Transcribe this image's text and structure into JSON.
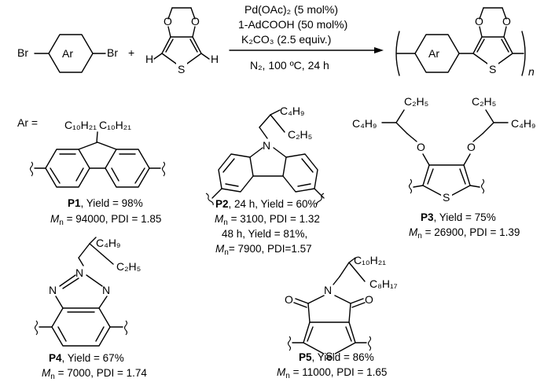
{
  "reaction": {
    "br_left": "Br",
    "br_right": "Br",
    "ar": "Ar",
    "plus": "+",
    "h_left": "H",
    "h_right": "H",
    "o1": "O",
    "o2": "O",
    "s": "S",
    "cond_line1": "Pd(OAc)₂ (5 mol%)",
    "cond_line2": "1-AdCOOH (50 mol%)",
    "cond_line3": "K₂CO₃ (2.5 equiv.)",
    "cond_line4": "N₂, 100 ºC, 24 h",
    "prod_ar": "Ar",
    "prod_o1": "O",
    "prod_o2": "O",
    "prod_s": "S",
    "n": "n"
  },
  "ar_label": "Ar =",
  "atoms": {
    "n": "N",
    "o": "O",
    "s": "S"
  },
  "substituents": {
    "c10h21": "C₁₀H₂₁",
    "c4h9": "C₄H₉",
    "c2h5": "C₂H₅",
    "c8h17": "C₈H₁₇"
  },
  "products": [
    {
      "id": "P1",
      "line1": ", Yield = 98%",
      "m_label": "M",
      "m_sub": "n",
      "line2": " = 94000, PDI = 1.85"
    },
    {
      "id": "P2",
      "line1": ", 24 h, Yield = 60%",
      "m_label": "M",
      "m_sub": "n",
      "line2": " = 3100, PDI = 1.32",
      "line3": "48 h, Yield = 81%,",
      "line4": "= 7900, PDI=1.57"
    },
    {
      "id": "P3",
      "line1": ", Yield = 75%",
      "m_label": "M",
      "m_sub": "n",
      "line2": " = 26900, PDI = 1.39"
    },
    {
      "id": "P4",
      "line1": ", Yield = 67%",
      "m_label": "M",
      "m_sub": "n",
      "line2": " = 7000, PDI = 1.74"
    },
    {
      "id": "P5",
      "line1": ", Yield = 86%",
      "m_label": "M",
      "m_sub": "n",
      "line2": " = 11000, PDI = 1.65"
    }
  ]
}
